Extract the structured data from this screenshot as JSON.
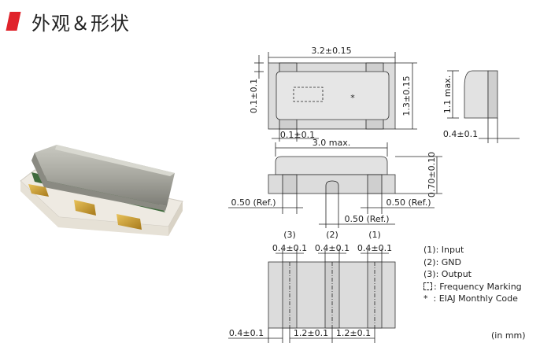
{
  "header": {
    "title": "外观＆形状"
  },
  "dims": {
    "length": "3.2±0.15",
    "top_offset": "0.1±0.1",
    "width": "1.3±0.15",
    "bottom_pad": "0.1±0.1",
    "side_height": "1.1 max.",
    "side_pad": "0.4±0.1",
    "front_length": "3.0 max.",
    "front_height": "0.70±0.10",
    "ref_left": "0.50 (Ref.)",
    "ref_right": "0.50 (Ref.)",
    "ref_center": "0.50 (Ref.)",
    "pin3": "(3)",
    "pin2": "(2)",
    "pin1": "(1)",
    "pad_w3": "0.4±0.1",
    "pad_w2": "0.4±0.1",
    "pad_w1": "0.4±0.1",
    "bottom_left": "0.4±0.1",
    "pitch1": "1.2±0.1",
    "pitch2": "1.2±0.1",
    "star": "*"
  },
  "legend": {
    "l1": "(1): Input",
    "l2": "(2): GND",
    "l3": "(3): Output",
    "l4": ": Frequency Marking",
    "l5": ": EIAJ Monthly Code",
    "star": "*"
  },
  "unit": "(in mm)",
  "colors": {
    "accent": "#e0232b",
    "body": "#dedede",
    "pad": "#cfcfcf"
  }
}
